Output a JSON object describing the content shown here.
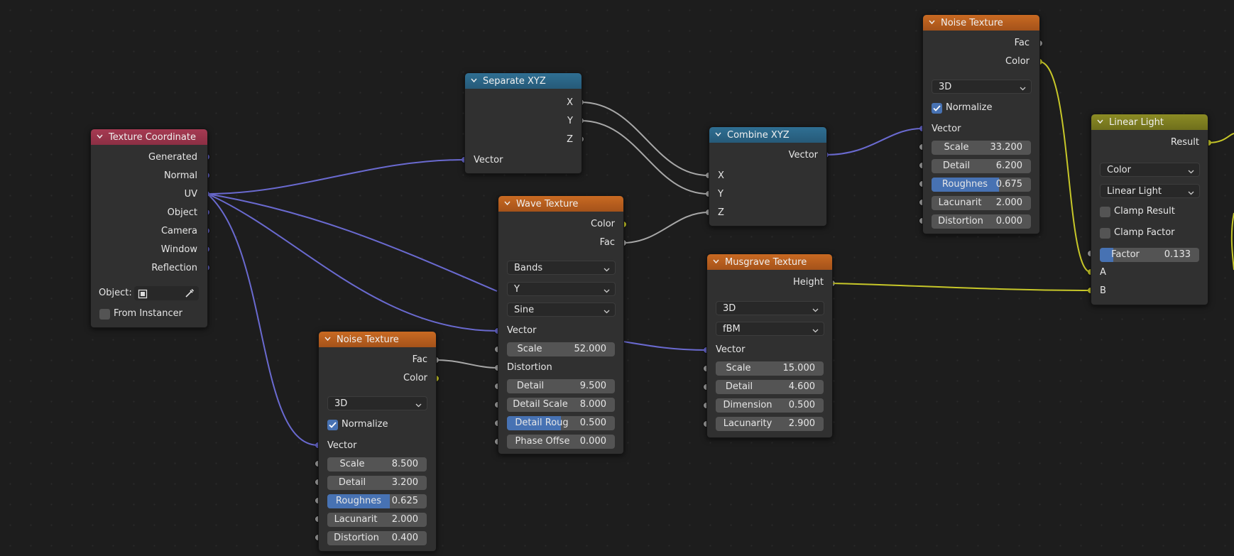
{
  "nodes": {
    "tex_coord": {
      "title": "Texture Coordinate",
      "outputs": [
        "Generated",
        "Normal",
        "UV",
        "Object",
        "Camera",
        "Window",
        "Reflection"
      ],
      "object_label": "Object:",
      "from_instancer": "From Instancer"
    },
    "separate_xyz": {
      "title": "Separate XYZ",
      "outputs": [
        "X",
        "Y",
        "Z"
      ],
      "input": "Vector"
    },
    "combine_xyz": {
      "title": "Combine XYZ",
      "output": "Vector",
      "inputs": [
        "X",
        "Y",
        "Z"
      ]
    },
    "noise_top": {
      "title": "Noise Texture",
      "outputs": [
        "Fac",
        "Color"
      ],
      "dimension": "3D",
      "normalize": "Normalize",
      "vector": "Vector",
      "fields": [
        {
          "label": "Scale",
          "value": "33.200"
        },
        {
          "label": "Detail",
          "value": "6.200"
        },
        {
          "label": "Roughnes",
          "value": "0.675",
          "factor": 0.675
        },
        {
          "label": "Lacunarit",
          "value": "2.000"
        },
        {
          "label": "Distortion",
          "value": "0.000"
        }
      ]
    },
    "linear_light": {
      "title": "Linear Light",
      "output": "Result",
      "data_type": "Color",
      "blend_type": "Linear Light",
      "clamp_result": "Clamp Result",
      "clamp_factor": "Clamp Factor",
      "factor": {
        "label": "Factor",
        "value": "0.133",
        "factor": 0.133
      },
      "inputs": [
        "A",
        "B"
      ]
    },
    "wave": {
      "title": "Wave Texture",
      "outputs": [
        "Color",
        "Fac"
      ],
      "wave_type": "Bands",
      "direction": "Y",
      "profile": "Sine",
      "vector": "Vector",
      "distortion": "Distortion",
      "fields": [
        {
          "label": "Scale",
          "value": "52.000"
        },
        {
          "label": "Detail",
          "value": "9.500"
        },
        {
          "label": "Detail Scale",
          "value": "8.000"
        },
        {
          "label": "Detail Roug",
          "value": "0.500",
          "factor": 0.5
        },
        {
          "label": "Phase Offse",
          "value": "0.000"
        }
      ]
    },
    "musgrave": {
      "title": "Musgrave Texture",
      "output": "Height",
      "dimension": "3D",
      "type": "fBM",
      "vector": "Vector",
      "fields": [
        {
          "label": "Scale",
          "value": "15.000"
        },
        {
          "label": "Detail",
          "value": "4.600"
        },
        {
          "label": "Dimension",
          "value": "0.500"
        },
        {
          "label": "Lacunarity",
          "value": "2.900"
        }
      ]
    },
    "noise_bottom": {
      "title": "Noise Texture",
      "outputs": [
        "Fac",
        "Color"
      ],
      "dimension": "3D",
      "normalize": "Normalize",
      "vector": "Vector",
      "fields": [
        {
          "label": "Scale",
          "value": "8.500"
        },
        {
          "label": "Detail",
          "value": "3.200"
        },
        {
          "label": "Roughnes",
          "value": "0.625",
          "factor": 0.625
        },
        {
          "label": "Lacunarit",
          "value": "2.000"
        },
        {
          "label": "Distortion",
          "value": "0.400"
        }
      ]
    }
  },
  "colors": {
    "vector_socket": "#6363c7",
    "float_socket": "#a1a1a1",
    "color_socket": "#c7c729",
    "texture_header": "#c96a22",
    "vector_header": "#2f6f93",
    "input_header": "#a63a52",
    "color_header": "#8c8c24",
    "factor_fill": "#4772b3"
  }
}
